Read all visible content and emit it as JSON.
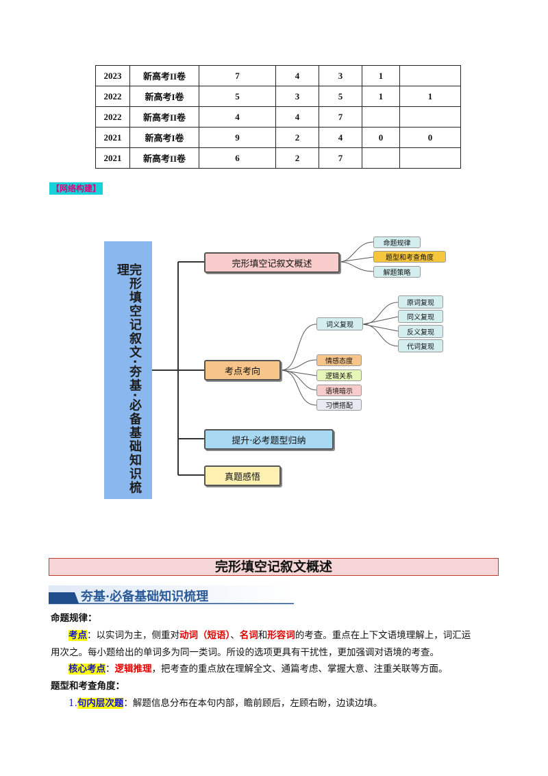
{
  "table": {
    "rows": [
      [
        "2023",
        "新高考II卷",
        "7",
        "4",
        "3",
        "1",
        ""
      ],
      [
        "2022",
        "新高考I卷",
        "5",
        "3",
        "5",
        "1",
        "1"
      ],
      [
        "2022",
        "新高考II卷",
        "4",
        "4",
        "7",
        "",
        ""
      ],
      [
        "2021",
        "新高考I卷",
        "9",
        "2",
        "4",
        "0",
        "0"
      ],
      [
        "2021",
        "新高考II卷",
        "6",
        "2",
        "7",
        "",
        ""
      ]
    ]
  },
  "network_label": "【网络构建】",
  "mindmap": {
    "root": "完形填空记叙文·夯基·必备基础知识梳理",
    "branch1": "完形填空记叙文概述",
    "branch1_children": [
      "命题规律",
      "题型和考查角度",
      "解题策略"
    ],
    "branch2": "考点考向",
    "branch2_group": "词义复现",
    "branch2_group_children": [
      "原词复现",
      "同义复现",
      "反义复现",
      "代词复现"
    ],
    "branch2_children": [
      "情感态度",
      "逻辑关系",
      "语境暗示",
      "习惯搭配"
    ],
    "branch3": "提升·必考题型归纳",
    "branch4": "真题感悟",
    "colors": {
      "root": "#8ab8ee",
      "pink": "#f9cccc",
      "orange": "#f7c58a",
      "blue": "#a8d8f2",
      "yellow": "#fdf0b0",
      "teal": "#d4eef0",
      "gold": "#f6c73d",
      "lime": "#e6f5b8"
    }
  },
  "section_title": "完形填空记叙文概述",
  "banner": "夯基·必备基础知识梳理",
  "body": {
    "p1_heading": "命题规律：",
    "p2_label": "考点",
    "p2_a": "：以实词为主，侧重对",
    "p2_r1": "动词（短语）",
    "p2_b": "、",
    "p2_r2": "名词",
    "p2_c": "和",
    "p2_r3": "形容词",
    "p2_d": "的考查。重点在上下文语境理解上，词汇运",
    "p2_line2": "用次之。每小题给出的单词多为同一类词。所设的选项更具有干扰性，更加强调对语境的考查。",
    "p3_label": "核心考点",
    "p3_a": "：",
    "p3_r1": "逻辑推理",
    "p3_b": "，把考查的重点放在理解全文、通篇考虑、掌握大意、注重关联等方面。",
    "p4_heading": "题型和考查角度：",
    "p5_num": "1.",
    "p5_label": "句内层次题",
    "p5_a": "：解题信息分布在本句内部，瞻前顾后，左顾右盼，边读边填。"
  }
}
